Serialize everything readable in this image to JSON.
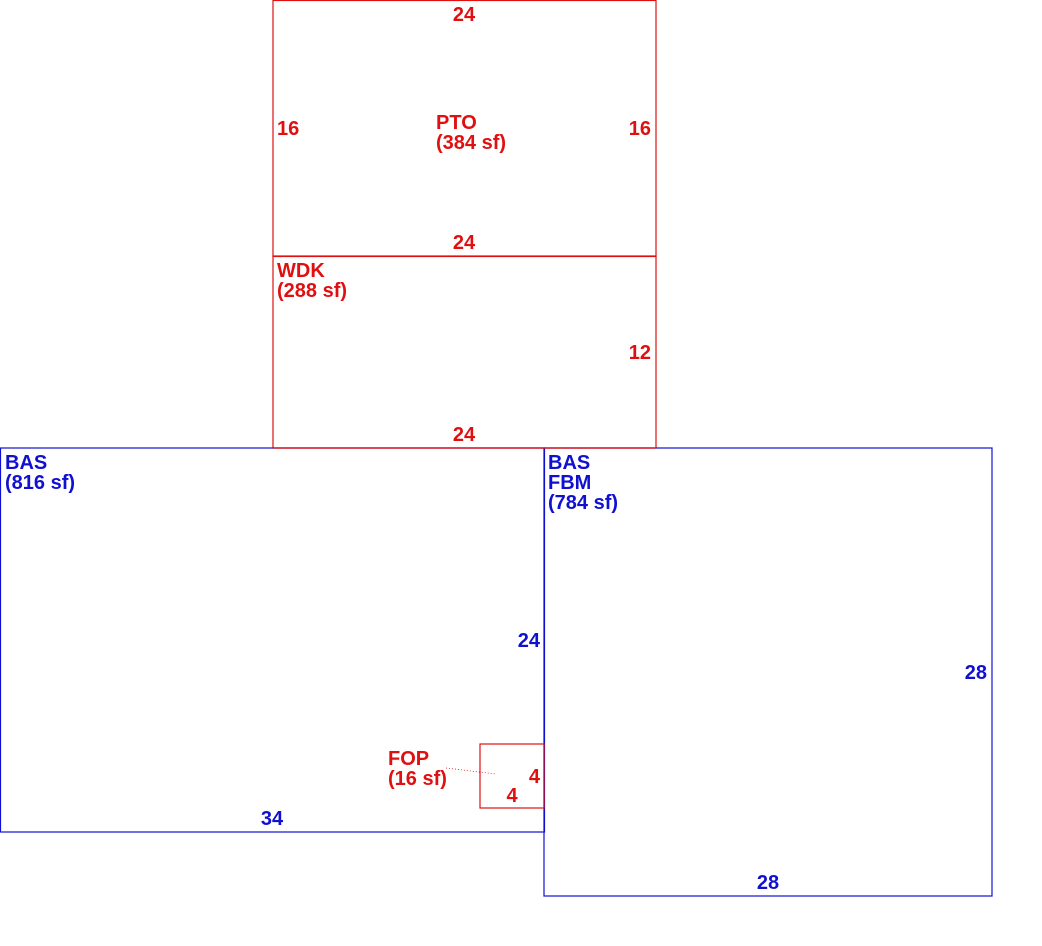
{
  "colors": {
    "red": "#e01010",
    "blue": "#1010d0"
  },
  "areas": {
    "pto": {
      "code": "PTO",
      "sf": "(384 sf)",
      "color": "red",
      "dims": {
        "top": "24",
        "bottom": "24",
        "left": "16",
        "right": "16"
      }
    },
    "wdk": {
      "code": "WDK",
      "sf": "(288 sf)",
      "color": "red",
      "dims": {
        "right": "12",
        "bottom": "24"
      }
    },
    "bas_left": {
      "code": "BAS",
      "sf": "(816 sf)",
      "color": "blue",
      "dims": {
        "right": "24",
        "bottom": "34"
      }
    },
    "bas_right": {
      "code": "BAS",
      "code2": "FBM",
      "sf": "(784 sf)",
      "color": "blue",
      "dims": {
        "right": "28",
        "bottom": "28"
      }
    },
    "fop": {
      "code": "FOP",
      "sf": "(16 sf)",
      "color": "red",
      "dims": {
        "right": "4",
        "bottom": "4"
      }
    }
  }
}
